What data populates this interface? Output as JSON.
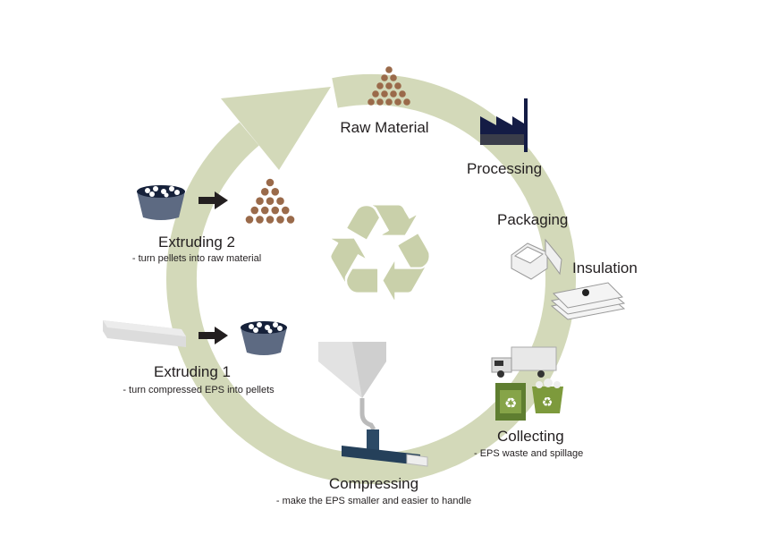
{
  "stages": {
    "raw_material": {
      "title": "Raw Material"
    },
    "processing": {
      "title": "Processing"
    },
    "packaging": {
      "title": "Packaging"
    },
    "insulation": {
      "title": "Insulation"
    },
    "collecting": {
      "title": "Collecting",
      "note": "- EPS waste and spillage"
    },
    "compressing": {
      "title": "Compressing",
      "note": "- make the EPS smaller and easier to handle"
    },
    "extruding_1": {
      "title": "Extruding 1",
      "note": "- turn compressed EPS into pellets"
    },
    "extruding_2": {
      "title": "Extruding 2",
      "note": "- turn pellets into raw material"
    }
  },
  "center_symbol": {
    "icon": "recycle-icon",
    "glyph": "♻"
  },
  "colors": {
    "ring": "#d3d9b9",
    "recycle": "#c9d0aa",
    "pellet": "#9a6a4a",
    "bucket": "#5d6a82",
    "factory": "#141c45",
    "bin": "#6e8a3a",
    "text": "#231f20"
  }
}
